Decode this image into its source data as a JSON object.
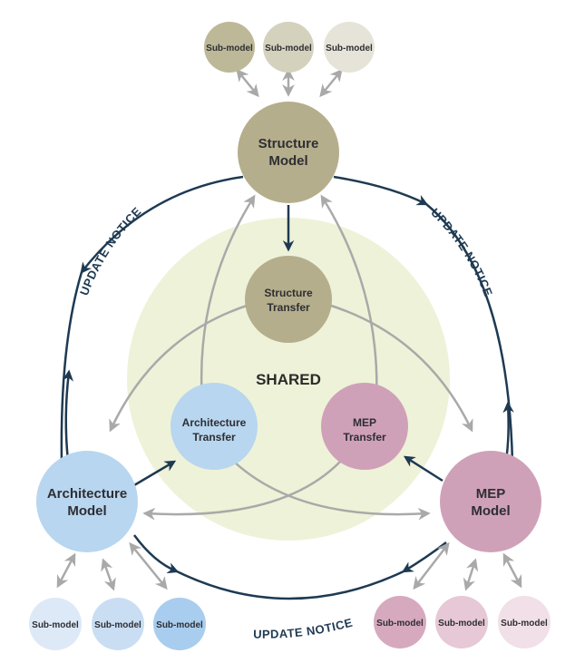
{
  "diagram": {
    "shared_label": "SHARED",
    "colors": {
      "structure": "#b5ae8c",
      "architecture": "#b8d6ef",
      "mep": "#cfa1b8",
      "shared_zone": "#eef2d8",
      "notice_arrow": "#1e3a52",
      "exchange_arrow": "#a9a9a9"
    },
    "models": {
      "structure": {
        "line1": "Structure",
        "line2": "Model"
      },
      "architecture": {
        "line1": "Architecture",
        "line2": "Model"
      },
      "mep": {
        "line1": "MEP",
        "line2": "Model"
      }
    },
    "transfers": {
      "structure": {
        "line1": "Structure",
        "line2": "Transfer"
      },
      "architecture": {
        "line1": "Architecture",
        "line2": "Transfer"
      },
      "mep": {
        "line1": "MEP",
        "line2": "Transfer"
      }
    },
    "submodels": {
      "structure": [
        {
          "label": "Sub-model",
          "color": "#bdb898"
        },
        {
          "label": "Sub-model",
          "color": "#d4d1bd"
        },
        {
          "label": "Sub-model",
          "color": "#e6e4d8"
        }
      ],
      "architecture": [
        {
          "label": "Sub-model",
          "color": "#dde9f7"
        },
        {
          "label": "Sub-model",
          "color": "#c9def3"
        },
        {
          "label": "Sub-model",
          "color": "#a9cdee"
        }
      ],
      "mep": [
        {
          "label": "Sub-model",
          "color": "#d6a9bf"
        },
        {
          "label": "Sub-model",
          "color": "#e6c8d6"
        },
        {
          "label": "Sub-model",
          "color": "#f1e0e8"
        }
      ]
    },
    "update_notices": {
      "left": "UPDATE NOTICE",
      "right": "UPDATE NOTICE",
      "bottom": "UPDATE NOTICE"
    }
  }
}
